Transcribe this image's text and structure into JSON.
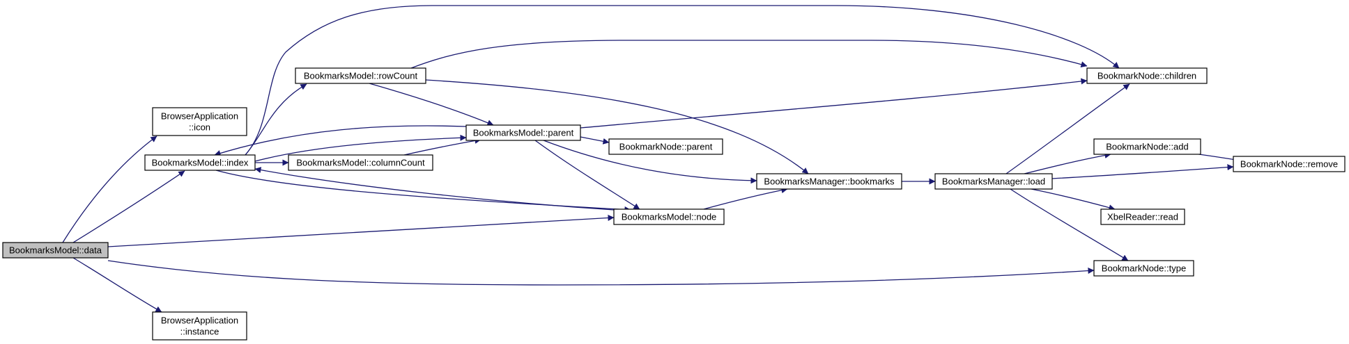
{
  "graph": {
    "nodes": [
      {
        "id": "data",
        "lines": [
          "BookmarksModel::data"
        ],
        "highlight": true
      },
      {
        "id": "browser_icon",
        "lines": [
          "BrowserApplication",
          "::icon"
        ]
      },
      {
        "id": "model_index",
        "lines": [
          "BookmarksModel::index"
        ]
      },
      {
        "id": "browser_instance",
        "lines": [
          "BrowserApplication",
          "::instance"
        ]
      },
      {
        "id": "model_rowcount",
        "lines": [
          "BookmarksModel::rowCount"
        ]
      },
      {
        "id": "model_parent",
        "lines": [
          "BookmarksModel::parent"
        ]
      },
      {
        "id": "model_columncount",
        "lines": [
          "BookmarksModel::columnCount"
        ]
      },
      {
        "id": "node_parent",
        "lines": [
          "BookmarkNode::parent"
        ]
      },
      {
        "id": "manager_bookmarks",
        "lines": [
          "BookmarksManager::bookmarks"
        ]
      },
      {
        "id": "model_node",
        "lines": [
          "BookmarksModel::node"
        ]
      },
      {
        "id": "manager_load",
        "lines": [
          "BookmarksManager::load"
        ]
      },
      {
        "id": "node_children",
        "lines": [
          "BookmarkNode::children"
        ]
      },
      {
        "id": "node_add",
        "lines": [
          "BookmarkNode::add"
        ]
      },
      {
        "id": "node_remove",
        "lines": [
          "BookmarkNode::remove"
        ]
      },
      {
        "id": "xbel_read",
        "lines": [
          "XbelReader::read"
        ]
      },
      {
        "id": "node_type",
        "lines": [
          "BookmarkNode::type"
        ]
      }
    ],
    "edges": [
      {
        "from": "data",
        "to": "browser_icon"
      },
      {
        "from": "data",
        "to": "model_index"
      },
      {
        "from": "data",
        "to": "browser_instance"
      },
      {
        "from": "data",
        "to": "model_node"
      },
      {
        "from": "data",
        "to": "node_type"
      },
      {
        "from": "model_index",
        "to": "node_children"
      },
      {
        "from": "model_index",
        "to": "model_rowcount"
      },
      {
        "from": "model_index",
        "to": "model_parent"
      },
      {
        "from": "model_index",
        "to": "model_columncount"
      },
      {
        "from": "model_index",
        "to": "model_node"
      },
      {
        "from": "model_rowcount",
        "to": "node_children"
      },
      {
        "from": "model_rowcount",
        "to": "model_parent"
      },
      {
        "from": "model_rowcount",
        "to": "manager_bookmarks"
      },
      {
        "from": "model_parent",
        "to": "model_index"
      },
      {
        "from": "model_parent",
        "to": "node_parent"
      },
      {
        "from": "model_parent",
        "to": "node_children"
      },
      {
        "from": "model_parent",
        "to": "manager_bookmarks"
      },
      {
        "from": "model_parent",
        "to": "model_node"
      },
      {
        "from": "model_columncount",
        "to": "model_parent"
      },
      {
        "from": "model_node",
        "to": "model_index"
      },
      {
        "from": "model_node",
        "to": "manager_bookmarks"
      },
      {
        "from": "manager_bookmarks",
        "to": "manager_load"
      },
      {
        "from": "manager_load",
        "to": "node_children"
      },
      {
        "from": "manager_load",
        "to": "node_add"
      },
      {
        "from": "manager_load",
        "to": "node_remove"
      },
      {
        "from": "manager_load",
        "to": "xbel_read"
      },
      {
        "from": "manager_load",
        "to": "node_type"
      },
      {
        "from": "node_add",
        "to": "node_remove"
      }
    ]
  },
  "colors": {
    "edge": "#191970",
    "node_border": "#000000",
    "node_fill": "#ffffff",
    "highlight_fill": "#bfbfbf"
  }
}
